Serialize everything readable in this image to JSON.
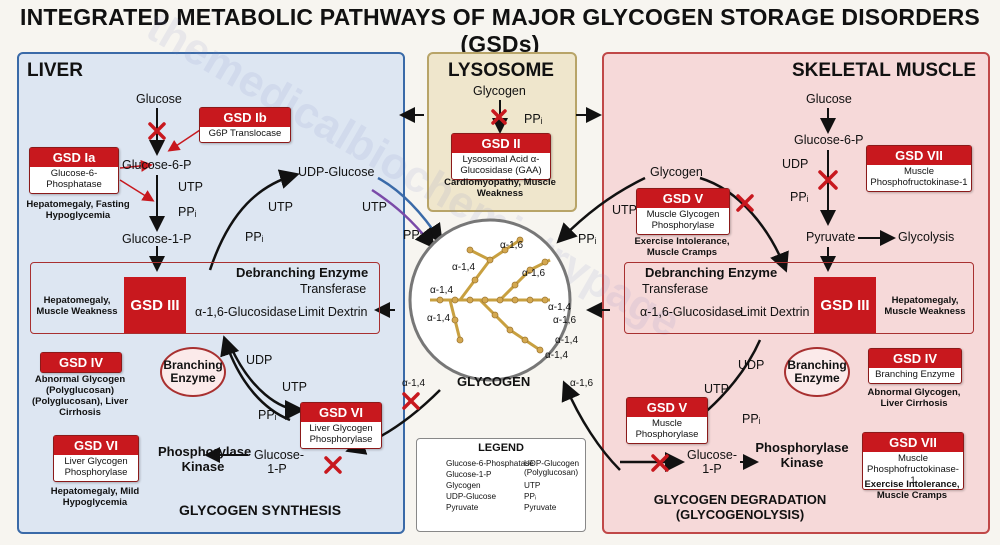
{
  "title": "INTEGRATED METABOLIC PATHWAYS OF MAJOR GLYCOGEN STORAGE DISORDERS (GSDs)",
  "liver": {
    "title": "LIVER",
    "glucose": "Glucose",
    "g6p": "Glucose-6-P",
    "utp": "UTP",
    "ppi": "PPᵢ",
    "g1p": "Glucose-1-P",
    "udp_glucose": "UDP-Glucose",
    "utp2": "UTP",
    "ppi2": "PPᵢ",
    "gsd_ib": {
      "name": "GSD Ib",
      "enzyme": "G6P Translocase"
    },
    "gsd_ia": {
      "name": "GSD Ia",
      "enzyme": "Glucose-6-Phosphatase",
      "symptoms": "Hepatomegaly, Fasting Hypoglycemia"
    },
    "debranching": {
      "title": "Debranching Enzyme",
      "gsd": "GSD III",
      "transferase": "Transferase",
      "glucosidase": "α-1,6-Glucosidase",
      "limit_dextrin": "Limit Dextrin",
      "symptoms": "Hepatomegaly, Muscle Weakness"
    },
    "gsd_iv": {
      "name": "GSD IV",
      "symptoms": "Abnormal Glycogen (Polyglucosan) (Polyglucosan), Liver Cirrhosis"
    },
    "branching": "Branching Enzyme",
    "udp": "UDP",
    "utp3": "UTP",
    "ppi3": "PPᵢ",
    "gsd_vi_center": {
      "name": "GSD VI",
      "enzyme": "Liver Glycogen Phosphorylase"
    },
    "gsd_vi": {
      "name": "GSD VI",
      "enzyme": "Liver Glycogen Phosphorylase",
      "symptoms": "Hepatomegaly, Mild Hypoglycemia"
    },
    "phosphorylase_kinase": "Phosphorylase Kinase",
    "glucose_1p": "Glucose-1-P",
    "bottom": "GLYCOGEN SYNTHESIS"
  },
  "lysosome": {
    "title": "LYSOSOME",
    "glycogen": "Glycogen",
    "ppi": "PPᵢ",
    "gsd_ii": {
      "name": "GSD II",
      "enzyme": "Lysosomal Acid α-Glucosidase (GAA)",
      "symptoms": "Cardiomyopathy, Muscle Weakness"
    }
  },
  "center": {
    "glycogen": "GLYCOGEN",
    "link_labels": [
      "α-1,6",
      "α-1,4",
      "α-1,6",
      "α-1,4",
      "α-1,4",
      "α-1,6",
      "α-1,4",
      "α-1,4",
      "α-1,4"
    ],
    "utp_left": "UTP",
    "ppi_left": "PPᵢ",
    "utp_right": "UTP",
    "ppi_right": "PPᵢ",
    "a14_bottom": "α-1,4",
    "a16_bottom": "α-1,6"
  },
  "muscle": {
    "title": "SKELETAL MUSCLE",
    "glucose": "Glucose",
    "g6p": "Glucose-6-P",
    "udp": "UDP",
    "ppi": "PPᵢ",
    "glycogen": "Glycogen",
    "pyruvate": "Pyruvate",
    "glycolysis": "Glycolysis",
    "gsd_vii_top": {
      "name": "GSD VII",
      "enzyme": "Muscle Phosphofructokinase-1"
    },
    "gsd_v_top": {
      "name": "GSD V",
      "enzyme": "Muscle Glycogen Phosphorylase",
      "symptoms": "Exercise Intolerance, Muscle Cramps"
    },
    "debranching": {
      "title": "Debranching Enzyme",
      "gsd": "GSD III",
      "transferase": "Transferase",
      "glucosidase": "α-1,6-Glucosidase",
      "limit_dextrin": "Limit Dextrin",
      "symptoms": "Hepatomegaly, Muscle Weakness"
    },
    "branching": "Branching Enzyme",
    "udp2": "UDP",
    "utp": "UTP",
    "ppi2": "PPᵢ",
    "gsd_iv": {
      "name": "GSD IV",
      "enzyme": "Branching Enzyme",
      "symptoms": "Abnormal Glycogen, Liver Cirrhosis"
    },
    "gsd_v_bottom": {
      "name": "GSD V",
      "enzyme": "Muscle Phosphorylase"
    },
    "glucose_1p": "Glucose-1-P",
    "phosphorylase_kinase": "Phosphorylase Kinase",
    "gsd_vii_bottom": {
      "name": "GSD VII",
      "enzyme": "Muscle Phosphofructokinase-1",
      "symptoms": "Exercise Intolerance, Muscle Cramps"
    },
    "bottom": "GLYCOGEN DEGRADATION (GLYCOGENOLYSIS)"
  },
  "legend": {
    "title": "LEGEND",
    "items_left": [
      "Glucose-6-Phosphatase",
      "Glucose-1-P",
      "Glycogen",
      "UDP-Glucose",
      "Pyruvate"
    ],
    "items_right": [
      "UDP-Glucogen (Polyglucosan)",
      "UTP",
      "PPᵢ",
      "Pyruvate"
    ]
  },
  "watermark": "themedicalbiochemistrypage",
  "colors": {
    "red": "#c8181e",
    "liver_bg": "#dde6f2",
    "muscle_bg": "#f6d9d9",
    "lyso_bg": "#efe6cc",
    "legend_red": "#c8181e",
    "legend_orange": "#e8a020",
    "legend_blue": "#3a6aa8",
    "legend_purple": "#7a4aa8"
  }
}
